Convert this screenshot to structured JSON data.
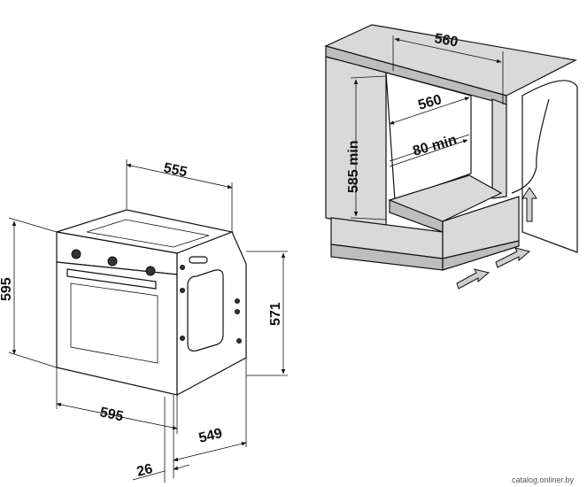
{
  "oven_dimensions": {
    "depth_top": "555",
    "height_total": "595",
    "height_side": "571",
    "width_front": "595",
    "depth_body": "549",
    "panel_thickness": "26"
  },
  "niche_dimensions": {
    "width_top": "560",
    "width_inner": "560",
    "height_min": "585 min",
    "gap_min": "80 min"
  },
  "watermark": "catalog.onliner.by"
}
